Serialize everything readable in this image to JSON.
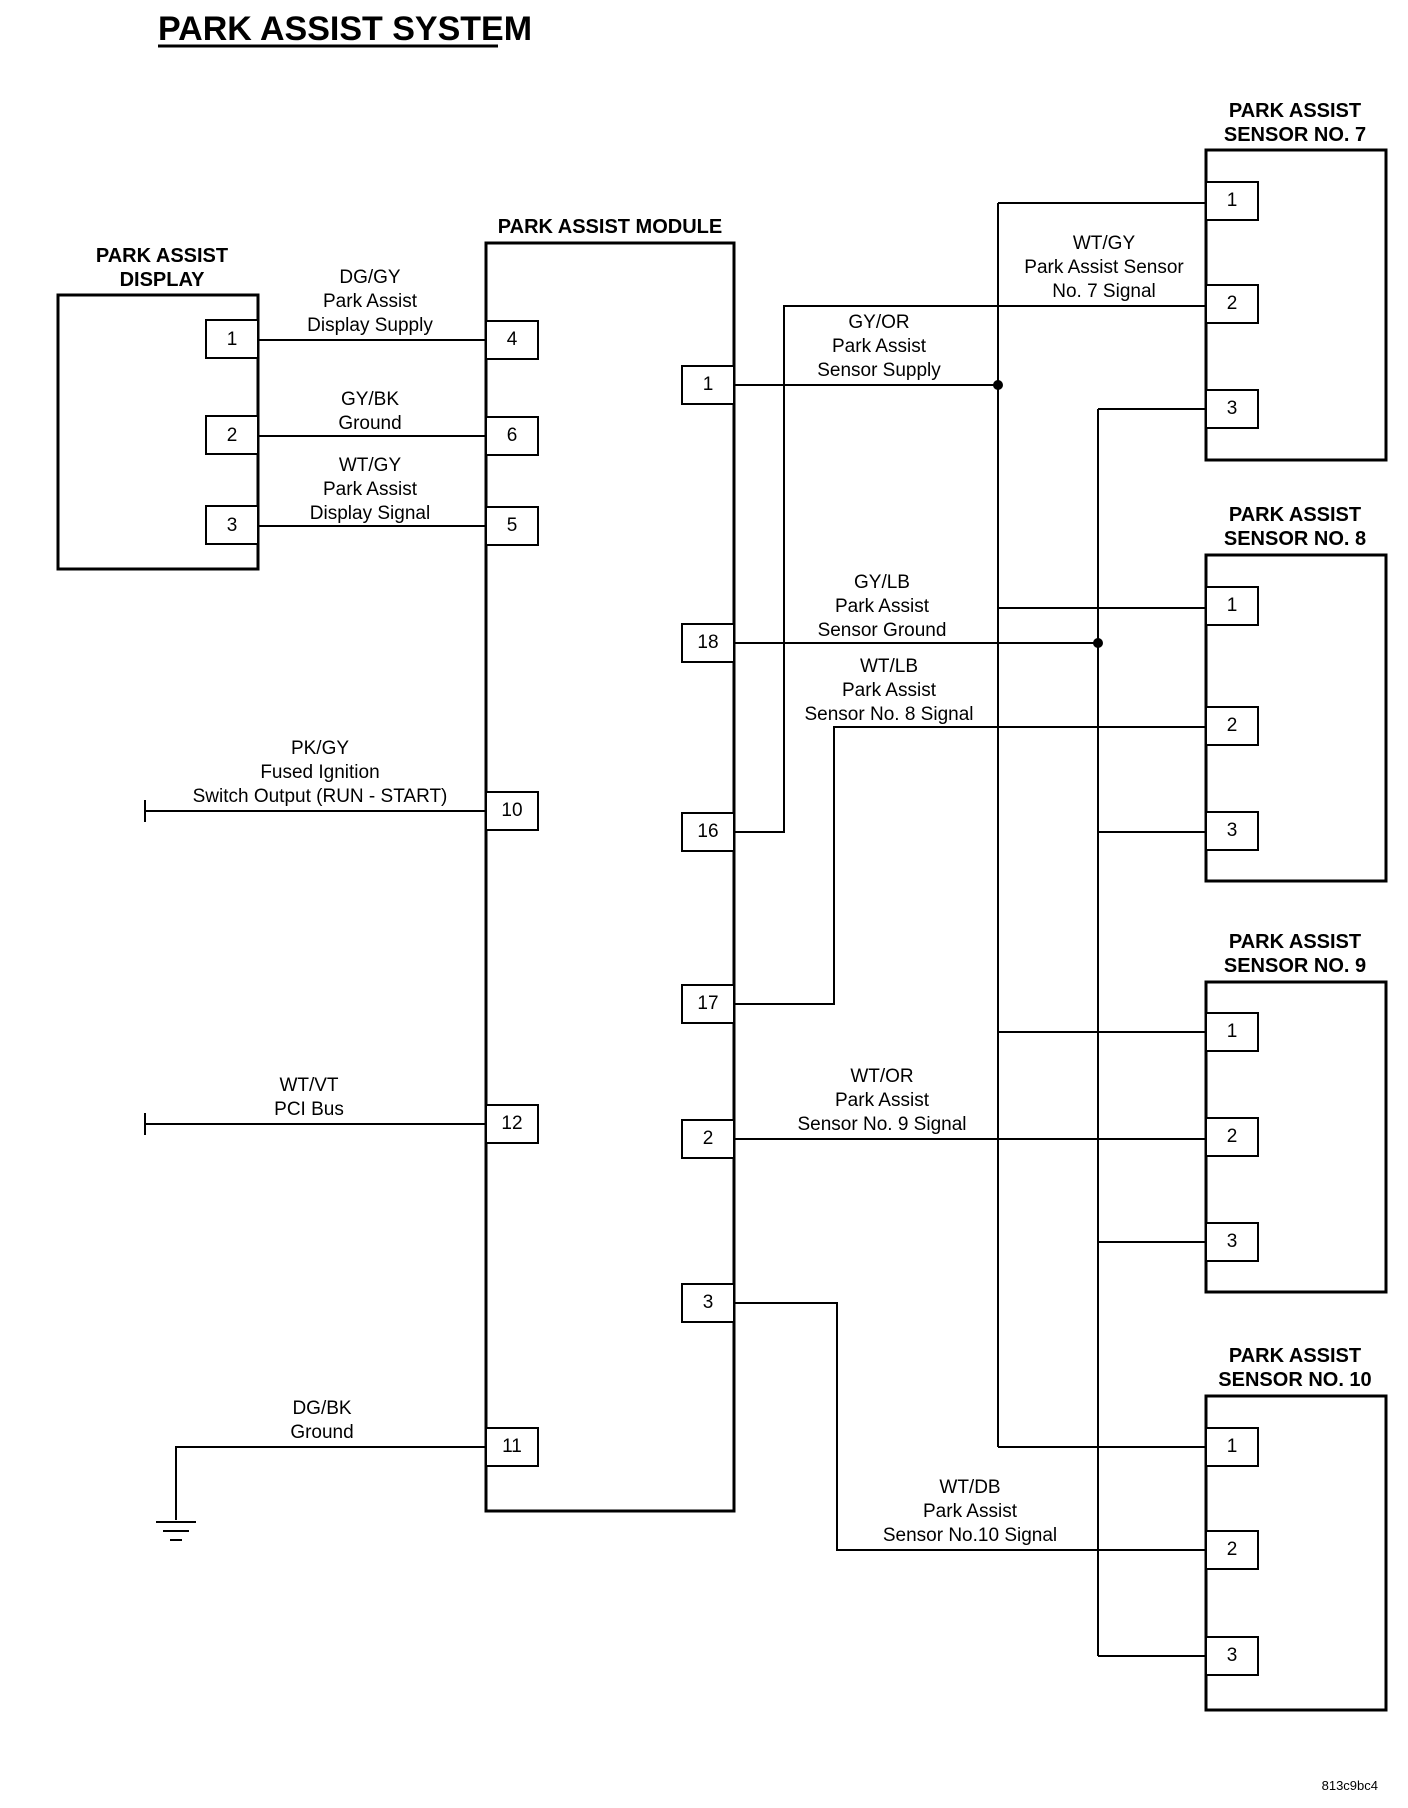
{
  "title": "PARK ASSIST SYSTEM",
  "image_code": "813c9bc4",
  "components": {
    "display": {
      "title": [
        "PARK ASSIST",
        "DISPLAY"
      ],
      "pins": [
        "1",
        "2",
        "3"
      ]
    },
    "module": {
      "title": "PARK ASSIST MODULE",
      "left_pins": [
        "4",
        "6",
        "5",
        "10",
        "12",
        "11"
      ],
      "right_pins": [
        "1",
        "18",
        "16",
        "17",
        "2",
        "3"
      ]
    },
    "sensor7": {
      "title": [
        "PARK ASSIST",
        "SENSOR NO. 7"
      ],
      "pins": [
        "1",
        "2",
        "3"
      ]
    },
    "sensor8": {
      "title": [
        "PARK ASSIST",
        "SENSOR NO. 8"
      ],
      "pins": [
        "1",
        "2",
        "3"
      ]
    },
    "sensor9": {
      "title": [
        "PARK ASSIST",
        "SENSOR NO. 9"
      ],
      "pins": [
        "1",
        "2",
        "3"
      ]
    },
    "sensor10": {
      "title": [
        "PARK ASSIST",
        "SENSOR NO. 10"
      ],
      "pins": [
        "1",
        "2",
        "3"
      ]
    }
  },
  "wires": {
    "display_supply": [
      "DG/GY",
      "Park Assist",
      "Display Supply"
    ],
    "display_ground": [
      "GY/BK",
      "Ground"
    ],
    "display_signal": [
      "WT/GY",
      "Park Assist",
      "Display Signal"
    ],
    "ignition": [
      "PK/GY",
      "Fused Ignition",
      "Switch Output (RUN - START)"
    ],
    "pci_bus": [
      "WT/VT",
      "PCI Bus"
    ],
    "module_ground": [
      "DG/BK",
      "Ground"
    ],
    "sensor_supply": [
      "GY/OR",
      "Park Assist",
      "Sensor Supply"
    ],
    "sensor7_signal": [
      "WT/GY",
      "Park Assist Sensor",
      "No. 7 Signal"
    ],
    "sensor_ground": [
      "GY/LB",
      "Park Assist",
      "Sensor Ground"
    ],
    "sensor8_signal": [
      "WT/LB",
      "Park Assist",
      "Sensor No. 8 Signal"
    ],
    "sensor9_signal": [
      "WT/OR",
      "Park Assist",
      "Sensor No. 9 Signal"
    ],
    "sensor10_signal": [
      "WT/DB",
      "Park Assist",
      "Sensor No.10 Signal"
    ]
  }
}
